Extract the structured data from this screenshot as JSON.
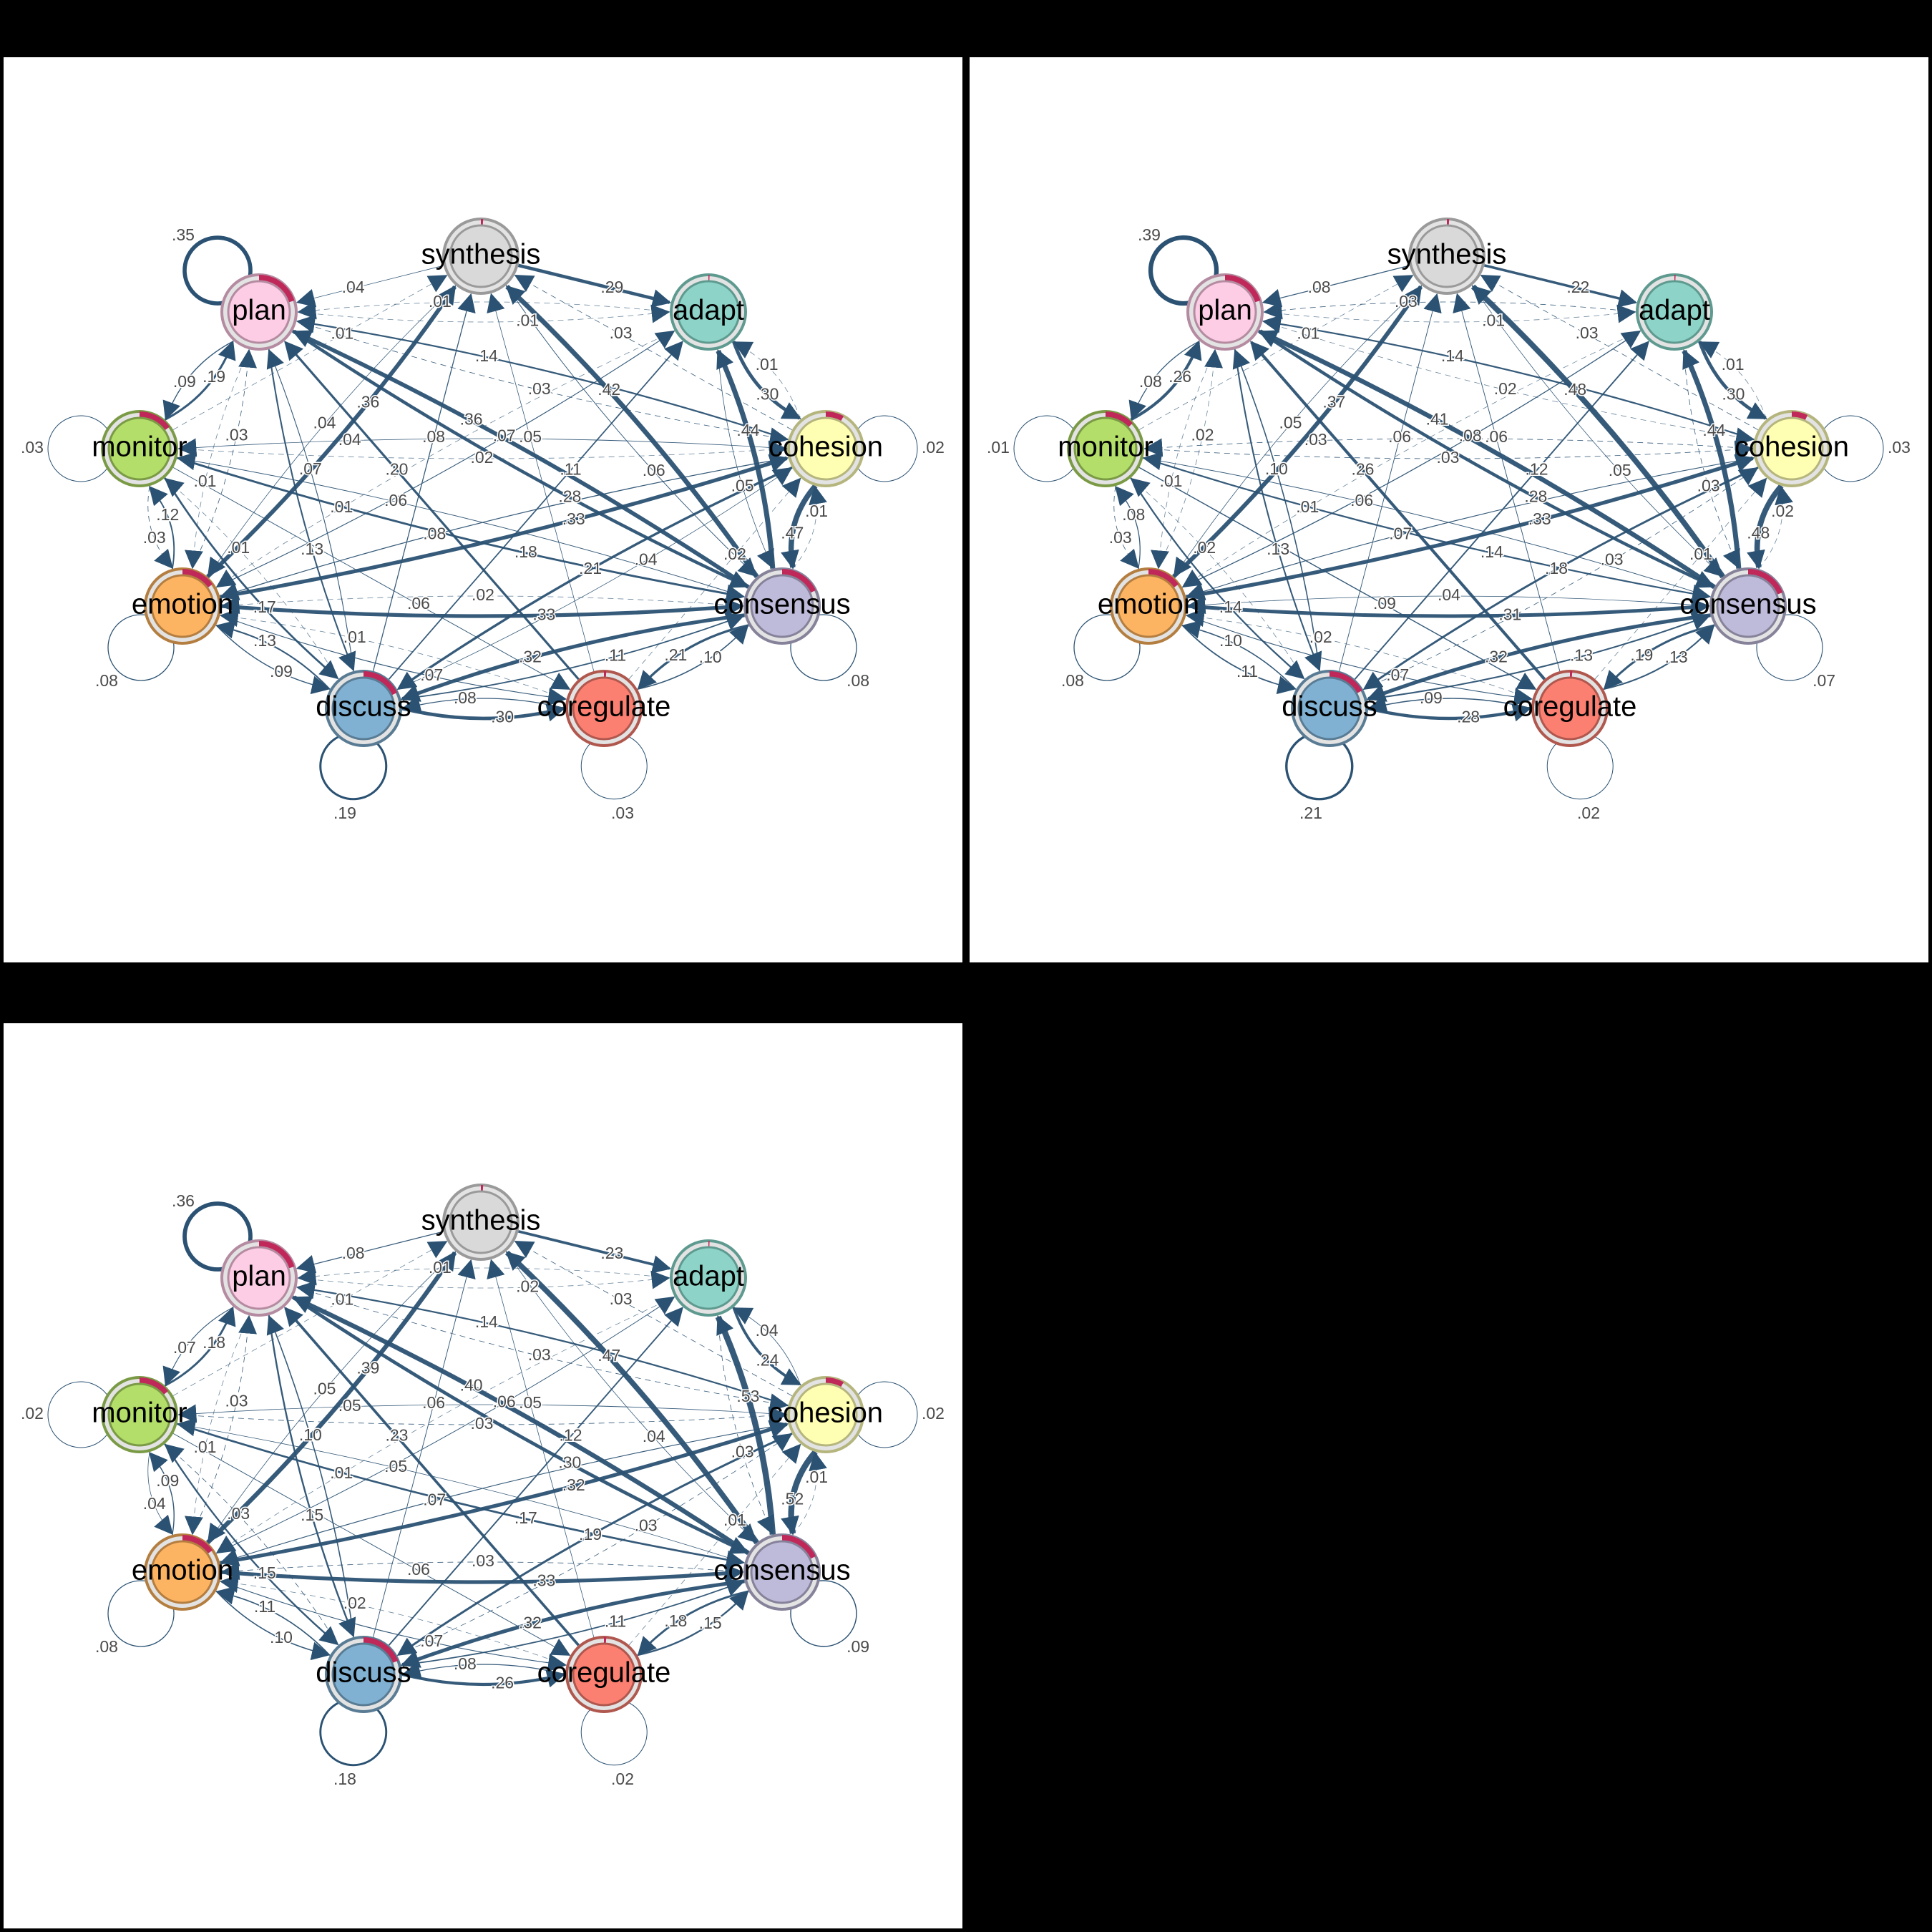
{
  "colors": {
    "edge": "#2B5273",
    "pie": "#C0285A",
    "ring": "#E3E3E3"
  },
  "panels": [
    {
      "nodes": [
        {
          "id": "plan",
          "label": "plan",
          "color": "#FCCDE5",
          "border": "#B48BA0",
          "pie": 0.2,
          "loop": 0.35
        },
        {
          "id": "synthesis",
          "label": "synthesis",
          "color": "#D9D9D9",
          "border": "#9A9A9A",
          "pie": 0.01,
          "loop": null
        },
        {
          "id": "adapt",
          "label": "adapt",
          "color": "#8DD3C7",
          "border": "#5E9A8F",
          "pie": 0.005,
          "loop": null
        },
        {
          "id": "monitor",
          "label": "monitor",
          "color": "#B3DE69",
          "border": "#7A9A45",
          "pie": 0.15,
          "loop": 0.03
        },
        {
          "id": "cohesion",
          "label": "cohesion",
          "color": "#FFFFB3",
          "border": "#B5B57E",
          "pie": 0.08,
          "loop": 0.02
        },
        {
          "id": "emotion",
          "label": "emotion",
          "color": "#FDB462",
          "border": "#B47E40",
          "pie": 0.15,
          "loop": 0.08
        },
        {
          "id": "consensus",
          "label": "consensus",
          "color": "#BEBADA",
          "border": "#86829A",
          "pie": 0.18,
          "loop": 0.08
        },
        {
          "id": "discuss",
          "label": "discuss",
          "color": "#80B1D3",
          "border": "#597C94",
          "pie": 0.18,
          "loop": 0.19
        },
        {
          "id": "coregulate",
          "label": "coregulate",
          "color": "#FB8072",
          "border": "#B0574E",
          "pie": 0.01,
          "loop": 0.03
        }
      ],
      "edges": [
        [
          "synthesis",
          "plan",
          0.04
        ],
        [
          "synthesis",
          "adapt",
          0.29
        ],
        [
          "plan",
          "adapt",
          0.01
        ],
        [
          "adapt",
          "plan",
          0.01
        ],
        [
          "adapt",
          "cohesion",
          0.3
        ],
        [
          "cohesion",
          "adapt",
          0.01
        ],
        [
          "cohesion",
          "consensus",
          0.47
        ],
        [
          "consensus",
          "cohesion",
          0.01
        ],
        [
          "consensus",
          "adapt",
          0.44
        ],
        [
          "adapt",
          "consensus",
          0.05
        ],
        [
          "cohesion",
          "synthesis",
          0.03
        ],
        [
          "consensus",
          "synthesis",
          0.42
        ],
        [
          "synthesis",
          "consensus",
          0.06
        ],
        [
          "plan",
          "cohesion",
          0.03
        ],
        [
          "cohesion",
          "plan",
          0.14
        ],
        [
          "consensus",
          "plan",
          0.36
        ],
        [
          "plan",
          "consensus",
          0.28
        ],
        [
          "monitor",
          "plan",
          0.19
        ],
        [
          "plan",
          "monitor",
          0.09
        ],
        [
          "monitor",
          "cohesion",
          0.02
        ],
        [
          "cohesion",
          "monitor",
          0.04
        ],
        [
          "consensus",
          "monitor",
          0.06
        ],
        [
          "monitor",
          "consensus",
          0.18
        ],
        [
          "emotion",
          "monitor",
          0.12
        ],
        [
          "monitor",
          "emotion",
          0.03
        ],
        [
          "emotion",
          "plan",
          0.03
        ],
        [
          "plan",
          "emotion",
          0.01
        ],
        [
          "discuss",
          "plan",
          0.07
        ],
        [
          "coregulate",
          "plan",
          0.2
        ],
        [
          "plan",
          "discuss",
          0.13
        ],
        [
          "emotion",
          "cohesion",
          0.33
        ],
        [
          "cohesion",
          "emotion",
          0.08
        ],
        [
          "emotion",
          "consensus",
          0.33
        ],
        [
          "consensus",
          "emotion",
          0.02
        ],
        [
          "emotion",
          "adapt",
          0.07
        ],
        [
          "adapt",
          "emotion",
          0.01
        ],
        [
          "discuss",
          "emotion",
          0.13
        ],
        [
          "emotion",
          "discuss",
          0.09
        ],
        [
          "monitor",
          "discuss",
          0.17
        ],
        [
          "discuss",
          "monitor",
          0.01
        ],
        [
          "emotion",
          "coregulate",
          0.07
        ],
        [
          "coregulate",
          "emotion",
          0.01
        ],
        [
          "discuss",
          "coregulate",
          0.3
        ],
        [
          "coregulate",
          "discuss",
          0.08
        ],
        [
          "consensus",
          "discuss",
          0.32
        ],
        [
          "discuss",
          "consensus",
          0.11
        ],
        [
          "consensus",
          "coregulate",
          0.21
        ],
        [
          "coregulate",
          "consensus",
          0.1
        ],
        [
          "discuss",
          "adapt",
          0.11
        ],
        [
          "discuss",
          "synthesis",
          0.08
        ],
        [
          "coregulate",
          "synthesis",
          0.05
        ],
        [
          "monitor",
          "coregulate",
          0.06
        ],
        [
          "coregulate",
          "cohesion",
          0.02
        ],
        [
          "discuss",
          "cohesion",
          0.04
        ],
        [
          "cohesion",
          "discuss",
          0.21
        ],
        [
          "monitor",
          "synthesis",
          0.01
        ],
        [
          "emotion",
          "synthesis",
          0.36
        ],
        [
          "synthesis",
          "emotion",
          0.04
        ]
      ]
    },
    {
      "nodes": [
        {
          "id": "plan",
          "label": "plan",
          "color": "#FCCDE5",
          "border": "#B48BA0",
          "pie": 0.2,
          "loop": 0.39
        },
        {
          "id": "synthesis",
          "label": "synthesis",
          "color": "#D9D9D9",
          "border": "#9A9A9A",
          "pie": 0.01,
          "loop": null
        },
        {
          "id": "adapt",
          "label": "adapt",
          "color": "#8DD3C7",
          "border": "#5E9A8F",
          "pie": 0.005,
          "loop": null
        },
        {
          "id": "monitor",
          "label": "monitor",
          "color": "#B3DE69",
          "border": "#7A9A45",
          "pie": 0.13,
          "loop": 0.01
        },
        {
          "id": "cohesion",
          "label": "cohesion",
          "color": "#FFFFB3",
          "border": "#B5B57E",
          "pie": 0.07,
          "loop": 0.03
        },
        {
          "id": "emotion",
          "label": "emotion",
          "color": "#FDB462",
          "border": "#B47E40",
          "pie": 0.15,
          "loop": 0.08
        },
        {
          "id": "consensus",
          "label": "consensus",
          "color": "#BEBADA",
          "border": "#86829A",
          "pie": 0.19,
          "loop": 0.07
        },
        {
          "id": "discuss",
          "label": "discuss",
          "color": "#80B1D3",
          "border": "#597C94",
          "pie": 0.17,
          "loop": 0.21
        },
        {
          "id": "coregulate",
          "label": "coregulate",
          "color": "#FB8072",
          "border": "#B0574E",
          "pie": 0.01,
          "loop": 0.02
        }
      ],
      "edges": [
        [
          "synthesis",
          "plan",
          0.08
        ],
        [
          "synthesis",
          "adapt",
          0.22
        ],
        [
          "plan",
          "adapt",
          0.01
        ],
        [
          "adapt",
          "plan",
          0.03
        ],
        [
          "adapt",
          "cohesion",
          0.3
        ],
        [
          "cohesion",
          "adapt",
          0.01
        ],
        [
          "cohesion",
          "consensus",
          0.48
        ],
        [
          "consensus",
          "cohesion",
          0.02
        ],
        [
          "consensus",
          "adapt",
          0.44
        ],
        [
          "adapt",
          "consensus",
          0.03
        ],
        [
          "cohesion",
          "synthesis",
          0.03
        ],
        [
          "consensus",
          "synthesis",
          0.48
        ],
        [
          "synthesis",
          "consensus",
          0.05
        ],
        [
          "plan",
          "cohesion",
          0.02
        ],
        [
          "cohesion",
          "plan",
          0.14
        ],
        [
          "consensus",
          "plan",
          0.41
        ],
        [
          "plan",
          "consensus",
          0.28
        ],
        [
          "monitor",
          "plan",
          0.26
        ],
        [
          "plan",
          "monitor",
          0.08
        ],
        [
          "monitor",
          "cohesion",
          0.03
        ],
        [
          "cohesion",
          "monitor",
          0.03
        ],
        [
          "consensus",
          "monitor",
          0.06
        ],
        [
          "monitor",
          "consensus",
          0.14
        ],
        [
          "emotion",
          "monitor",
          0.08
        ],
        [
          "monitor",
          "emotion",
          0.03
        ],
        [
          "emotion",
          "plan",
          0.02
        ],
        [
          "plan",
          "emotion",
          0.01
        ],
        [
          "discuss",
          "plan",
          0.1
        ],
        [
          "coregulate",
          "plan",
          0.26
        ],
        [
          "plan",
          "discuss",
          0.13
        ],
        [
          "emotion",
          "cohesion",
          0.33
        ],
        [
          "cohesion",
          "emotion",
          0.07
        ],
        [
          "emotion",
          "consensus",
          0.31
        ],
        [
          "consensus",
          "emotion",
          0.04
        ],
        [
          "emotion",
          "adapt",
          0.08
        ],
        [
          "adapt",
          "emotion",
          0.01
        ],
        [
          "discuss",
          "emotion",
          0.1
        ],
        [
          "emotion",
          "discuss",
          0.11
        ],
        [
          "monitor",
          "discuss",
          0.14
        ],
        [
          "discuss",
          "monitor",
          0.02
        ],
        [
          "emotion",
          "coregulate",
          0.07
        ],
        [
          "coregulate",
          "emotion",
          0.02
        ],
        [
          "discuss",
          "coregulate",
          0.28
        ],
        [
          "coregulate",
          "discuss",
          0.09
        ],
        [
          "consensus",
          "discuss",
          0.32
        ],
        [
          "discuss",
          "consensus",
          0.13
        ],
        [
          "consensus",
          "coregulate",
          0.19
        ],
        [
          "coregulate",
          "consensus",
          0.13
        ],
        [
          "discuss",
          "adapt",
          0.12
        ],
        [
          "discuss",
          "synthesis",
          0.06
        ],
        [
          "coregulate",
          "synthesis",
          0.06
        ],
        [
          "monitor",
          "coregulate",
          0.09
        ],
        [
          "coregulate",
          "cohesion",
          0.01
        ],
        [
          "discuss",
          "cohesion",
          0.03
        ],
        [
          "cohesion",
          "discuss",
          0.18
        ],
        [
          "monitor",
          "synthesis",
          0.01
        ],
        [
          "emotion",
          "synthesis",
          0.37
        ],
        [
          "synthesis",
          "emotion",
          0.05
        ]
      ]
    },
    {
      "nodes": [
        {
          "id": "plan",
          "label": "plan",
          "color": "#FCCDE5",
          "border": "#B48BA0",
          "pie": 0.2,
          "loop": 0.36
        },
        {
          "id": "synthesis",
          "label": "synthesis",
          "color": "#D9D9D9",
          "border": "#9A9A9A",
          "pie": 0.01,
          "loop": null
        },
        {
          "id": "adapt",
          "label": "adapt",
          "color": "#8DD3C7",
          "border": "#5E9A8F",
          "pie": 0.005,
          "loop": null
        },
        {
          "id": "monitor",
          "label": "monitor",
          "color": "#B3DE69",
          "border": "#7A9A45",
          "pie": 0.14,
          "loop": 0.02
        },
        {
          "id": "cohesion",
          "label": "cohesion",
          "color": "#FFFFB3",
          "border": "#B5B57E",
          "pie": 0.08,
          "loop": 0.02
        },
        {
          "id": "emotion",
          "label": "emotion",
          "color": "#FDB462",
          "border": "#B47E40",
          "pie": 0.15,
          "loop": 0.08
        },
        {
          "id": "consensus",
          "label": "consensus",
          "color": "#BEBADA",
          "border": "#86829A",
          "pie": 0.18,
          "loop": 0.09
        },
        {
          "id": "discuss",
          "label": "discuss",
          "color": "#80B1D3",
          "border": "#597C94",
          "pie": 0.19,
          "loop": 0.18
        },
        {
          "id": "coregulate",
          "label": "coregulate",
          "color": "#FB8072",
          "border": "#B0574E",
          "pie": 0.01,
          "loop": 0.02
        }
      ],
      "edges": [
        [
          "synthesis",
          "plan",
          0.08
        ],
        [
          "synthesis",
          "adapt",
          0.23
        ],
        [
          "plan",
          "adapt",
          0.02
        ],
        [
          "adapt",
          "plan",
          0.01
        ],
        [
          "adapt",
          "cohesion",
          0.24
        ],
        [
          "cohesion",
          "adapt",
          0.04
        ],
        [
          "cohesion",
          "consensus",
          0.52
        ],
        [
          "consensus",
          "cohesion",
          0.01
        ],
        [
          "consensus",
          "adapt",
          0.53
        ],
        [
          "adapt",
          "consensus",
          0.03
        ],
        [
          "cohesion",
          "synthesis",
          0.03
        ],
        [
          "consensus",
          "synthesis",
          0.47
        ],
        [
          "synthesis",
          "consensus",
          0.04
        ],
        [
          "plan",
          "cohesion",
          0.03
        ],
        [
          "cohesion",
          "plan",
          0.14
        ],
        [
          "consensus",
          "plan",
          0.4
        ],
        [
          "plan",
          "consensus",
          0.3
        ],
        [
          "monitor",
          "plan",
          0.18
        ],
        [
          "plan",
          "monitor",
          0.07
        ],
        [
          "monitor",
          "cohesion",
          0.03
        ],
        [
          "cohesion",
          "monitor",
          0.05
        ],
        [
          "consensus",
          "monitor",
          0.05
        ],
        [
          "monitor",
          "consensus",
          0.17
        ],
        [
          "emotion",
          "monitor",
          0.09
        ],
        [
          "monitor",
          "emotion",
          0.04
        ],
        [
          "emotion",
          "plan",
          0.03
        ],
        [
          "plan",
          "emotion",
          0.01
        ],
        [
          "discuss",
          "plan",
          0.1
        ],
        [
          "coregulate",
          "plan",
          0.23
        ],
        [
          "plan",
          "discuss",
          0.15
        ],
        [
          "emotion",
          "cohesion",
          0.32
        ],
        [
          "cohesion",
          "emotion",
          0.07
        ],
        [
          "emotion",
          "consensus",
          0.33
        ],
        [
          "consensus",
          "emotion",
          0.03
        ],
        [
          "emotion",
          "adapt",
          0.06
        ],
        [
          "adapt",
          "emotion",
          0.01
        ],
        [
          "discuss",
          "emotion",
          0.11
        ],
        [
          "emotion",
          "discuss",
          0.1
        ],
        [
          "monitor",
          "discuss",
          0.15
        ],
        [
          "discuss",
          "monitor",
          0.03
        ],
        [
          "emotion",
          "coregulate",
          0.07
        ],
        [
          "coregulate",
          "emotion",
          0.02
        ],
        [
          "discuss",
          "coregulate",
          0.26
        ],
        [
          "coregulate",
          "discuss",
          0.08
        ],
        [
          "consensus",
          "discuss",
          0.32
        ],
        [
          "discuss",
          "consensus",
          0.11
        ],
        [
          "consensus",
          "coregulate",
          0.18
        ],
        [
          "coregulate",
          "consensus",
          0.15
        ],
        [
          "discuss",
          "adapt",
          0.12
        ],
        [
          "discuss",
          "synthesis",
          0.06
        ],
        [
          "coregulate",
          "synthesis",
          0.05
        ],
        [
          "monitor",
          "coregulate",
          0.06
        ],
        [
          "coregulate",
          "cohesion",
          0.01
        ],
        [
          "discuss",
          "cohesion",
          0.03
        ],
        [
          "cohesion",
          "discuss",
          0.19
        ],
        [
          "monitor",
          "synthesis",
          0.01
        ],
        [
          "emotion",
          "synthesis",
          0.39
        ],
        [
          "synthesis",
          "emotion",
          0.05
        ]
      ]
    }
  ]
}
